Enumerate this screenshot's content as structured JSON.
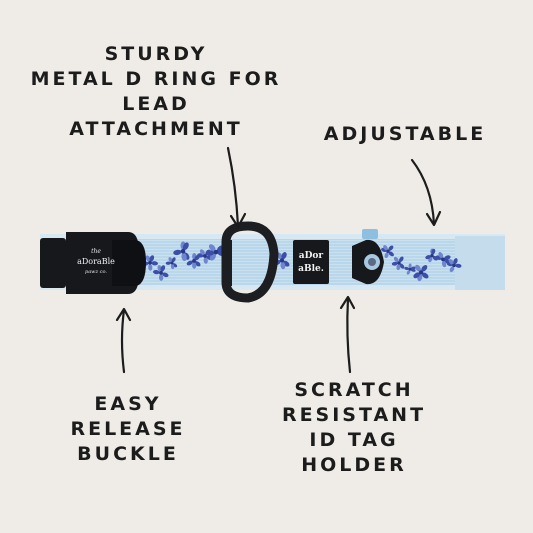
{
  "labels": {
    "d_ring": [
      "STURDY",
      "METAL D RING FOR",
      "LEAD",
      "ATTACHMENT"
    ],
    "adjustable": [
      "ADJUSTABLE"
    ],
    "buckle": [
      "EASY",
      "RELEASE",
      "BUCKLE"
    ],
    "id_tag": [
      "SCRATCH",
      "RESISTANT",
      "ID TAG",
      "HOLDER"
    ]
  },
  "brand": {
    "buckle_logo": [
      "the",
      "aDoraBle",
      "pawz co."
    ],
    "tag_logo": [
      "aDor",
      "aBle."
    ]
  },
  "colors": {
    "background": "#efece7",
    "strap": "#b9d6ea",
    "strap_edge": "#d7e8f3",
    "flower": "#3c4fa8",
    "hardware": "#17181c",
    "text": "#1c1c1c"
  }
}
